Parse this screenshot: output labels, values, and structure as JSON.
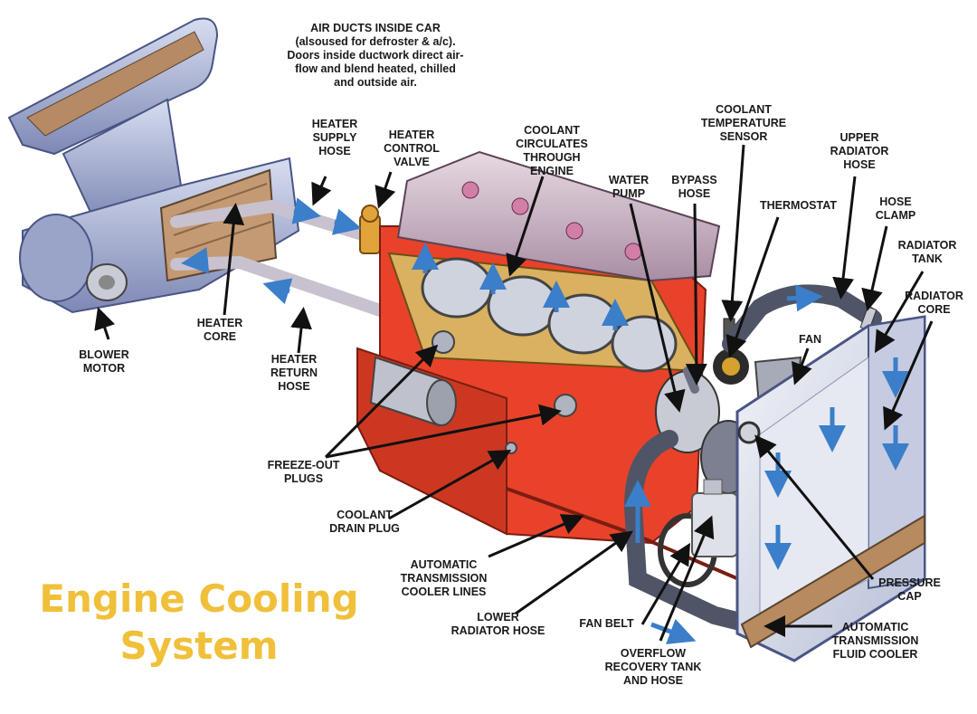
{
  "title": "Engine Cooling\nSystem",
  "labels": {
    "air_ducts": "AIR DUCTS INSIDE CAR\n(alsoused for defroster & a/c).\nDoors inside ductwork direct air-\nflow and blend heated, chilled\nand outside air.",
    "heater_supply_hose": "HEATER\nSUPPLY\nHOSE",
    "heater_control_valve": "HEATER\nCONTROL\nVALVE",
    "coolant_circulates": "COOLANT\nCIRCULATES\nTHROUGH\nENGINE",
    "coolant_temp_sensor": "COOLANT\nTEMPERATURE\nSENSOR",
    "upper_radiator_hose": "UPPER\nRADIATOR\nHOSE",
    "water_pump": "WATER\nPUMP",
    "bypass_hose": "BYPASS\nHOSE",
    "thermostat": "THERMOSTAT",
    "hose_clamp": "HOSE\nCLAMP",
    "radiator_tank": "RADIATOR\nTANK",
    "radiator_core": "RADIATOR\nCORE",
    "fan": "FAN",
    "heater_core": "HEATER\nCORE",
    "blower_motor": "BLOWER\nMOTOR",
    "heater_return_hose": "HEATER\nRETURN\nHOSE",
    "freeze_out_plugs": "FREEZE-OUT\nPLUGS",
    "coolant_drain_plug": "COOLANT\nDRAIN PLUG",
    "auto_trans_cooler_lines": "AUTOMATIC\nTRANSMISSION\nCOOLER LINES",
    "lower_radiator_hose": "LOWER\nRADIATOR HOSE",
    "fan_belt": "FAN BELT",
    "overflow_tank": "OVERFLOW\nRECOVERY TANK\nAND HOSE",
    "pressure_cap": "PRESSURE\nCAP",
    "auto_trans_fluid_cooler": "AUTOMATIC\nTRANSMISSION\nFLUID COOLER"
  },
  "colors": {
    "title": "#f0c03a",
    "engine_block": "#e8422a",
    "flow_arrow": "#3b7ec9",
    "label_text": "#1a1a1a",
    "duct": "#a9b3d6"
  }
}
